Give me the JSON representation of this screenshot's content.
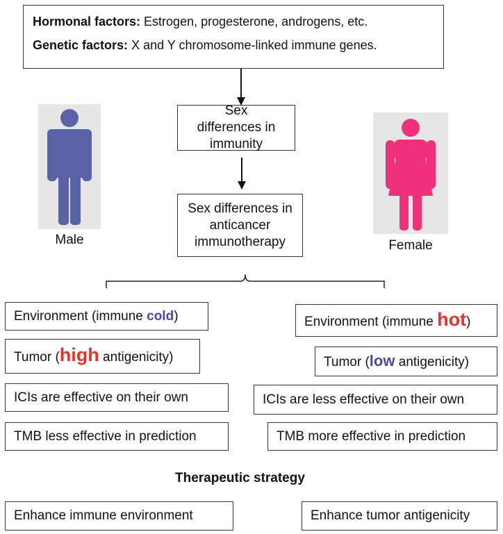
{
  "factors": {
    "hormonal": {
      "label": "Hormonal factors:",
      "text": "Estrogen, progesterone, androgens, etc."
    },
    "genetic": {
      "label": "Genetic factors:",
      "text": "X and Y chromosome-linked immune genes."
    }
  },
  "flow": {
    "immunity": "Sex differences in immunity",
    "immunotherapy": "Sex differences in anticancer immunotherapy"
  },
  "figures": {
    "male": {
      "caption": "Male",
      "icon": "male-figure-icon",
      "color": "#5b63a8"
    },
    "female": {
      "caption": "Female",
      "icon": "female-figure-icon",
      "color": "#f0307a"
    }
  },
  "male_column": {
    "environment": {
      "before": "Environment (immune ",
      "keyword": "cold",
      "after": ")"
    },
    "tumor": {
      "before": "Tumor (",
      "keyword": "high",
      "after": " antigenicity)"
    },
    "icis": "ICIs are effective on their own",
    "tmb": "TMB less effective in prediction",
    "strategy": "Enhance immune environment"
  },
  "female_column": {
    "environment": {
      "before": "Environment (immune ",
      "keyword": "hot",
      "after": ")"
    },
    "tumor": {
      "before": "Tumor (",
      "keyword": "low",
      "after": " antigenicity)"
    },
    "icis": "ICIs are less effective on their own",
    "tmb": "TMB more effective in prediction",
    "strategy": "Enhance tumor antigenicity"
  },
  "strategy_heading": "Therapeutic strategy",
  "colors": {
    "cold_keyword": "#4a4a9c",
    "hot_keyword": "#e8332a",
    "figure_background": "#e6e6e6"
  }
}
